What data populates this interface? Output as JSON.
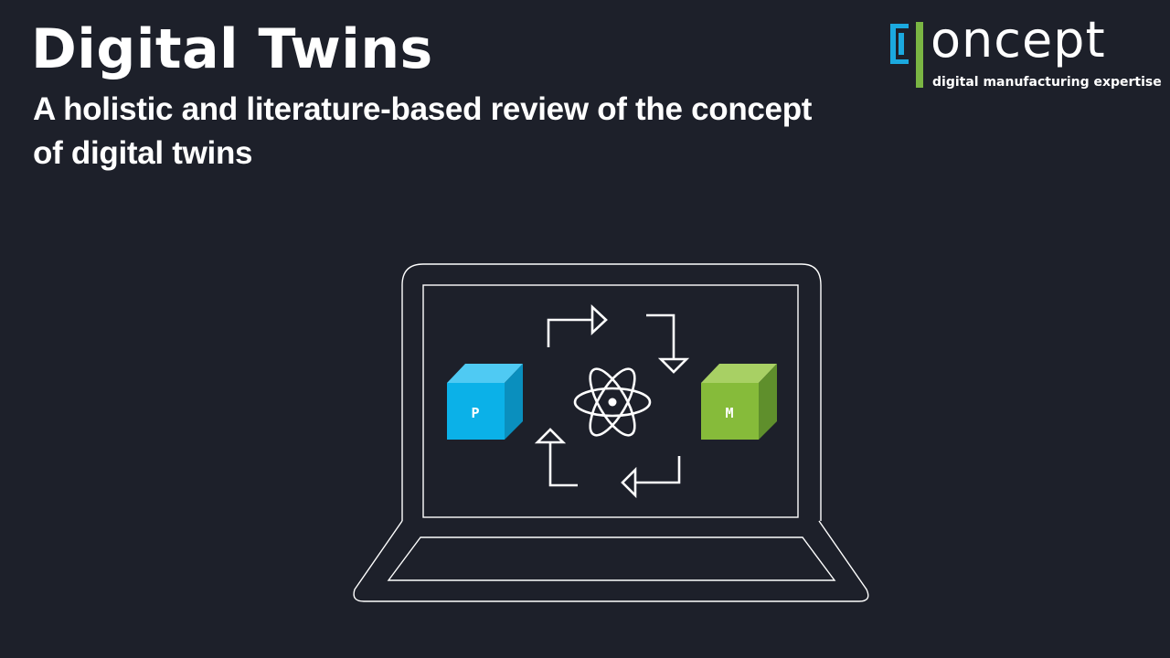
{
  "header": {
    "title": "Digital Twins",
    "subtitle": "A holistic and literature-based review of the concept of digital twins"
  },
  "logo": {
    "wordmark": "oncept",
    "tagline": "digital manufacturing expertise",
    "bracket_color": "#1ba9df",
    "bar_color": "#7ab543"
  },
  "illustration": {
    "physical_cube": {
      "label": "P",
      "color": "#0bb1e8"
    },
    "model_cube": {
      "label": "M",
      "color": "#86bb3a"
    },
    "center_icon": "atom-icon",
    "line_color": "#ffffff"
  }
}
